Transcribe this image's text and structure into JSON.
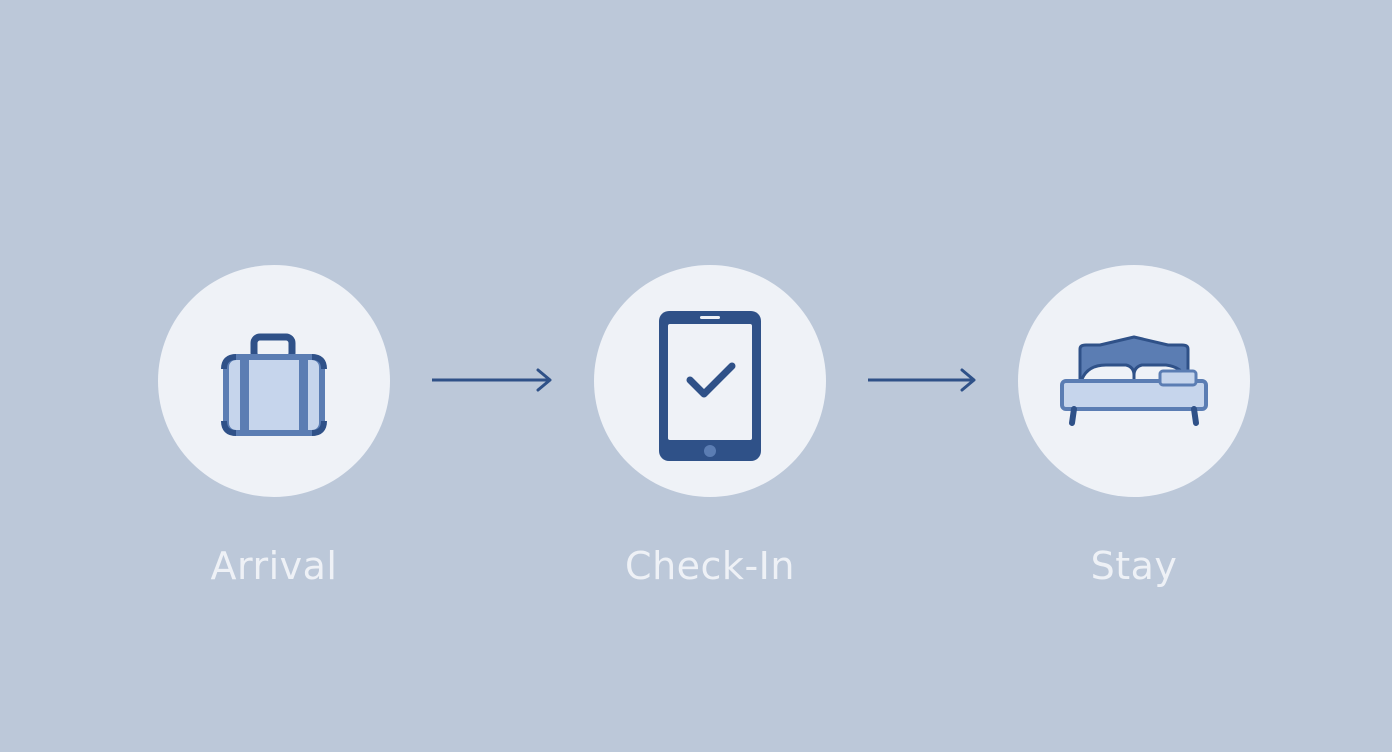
{
  "steps": [
    {
      "label": "Arrival",
      "icon": "suitcase-icon"
    },
    {
      "label": "Check-In",
      "icon": "tablet-check-icon"
    },
    {
      "label": "Stay",
      "icon": "bed-icon"
    }
  ],
  "colors": {
    "background": "#bcc8d9",
    "circle": "#eff2f7",
    "icon_dark": "#2f5188",
    "icon_mid": "#5b7db3",
    "icon_light": "#c6d5ec",
    "label": "#eef1f6",
    "arrow": "#2f5188"
  }
}
